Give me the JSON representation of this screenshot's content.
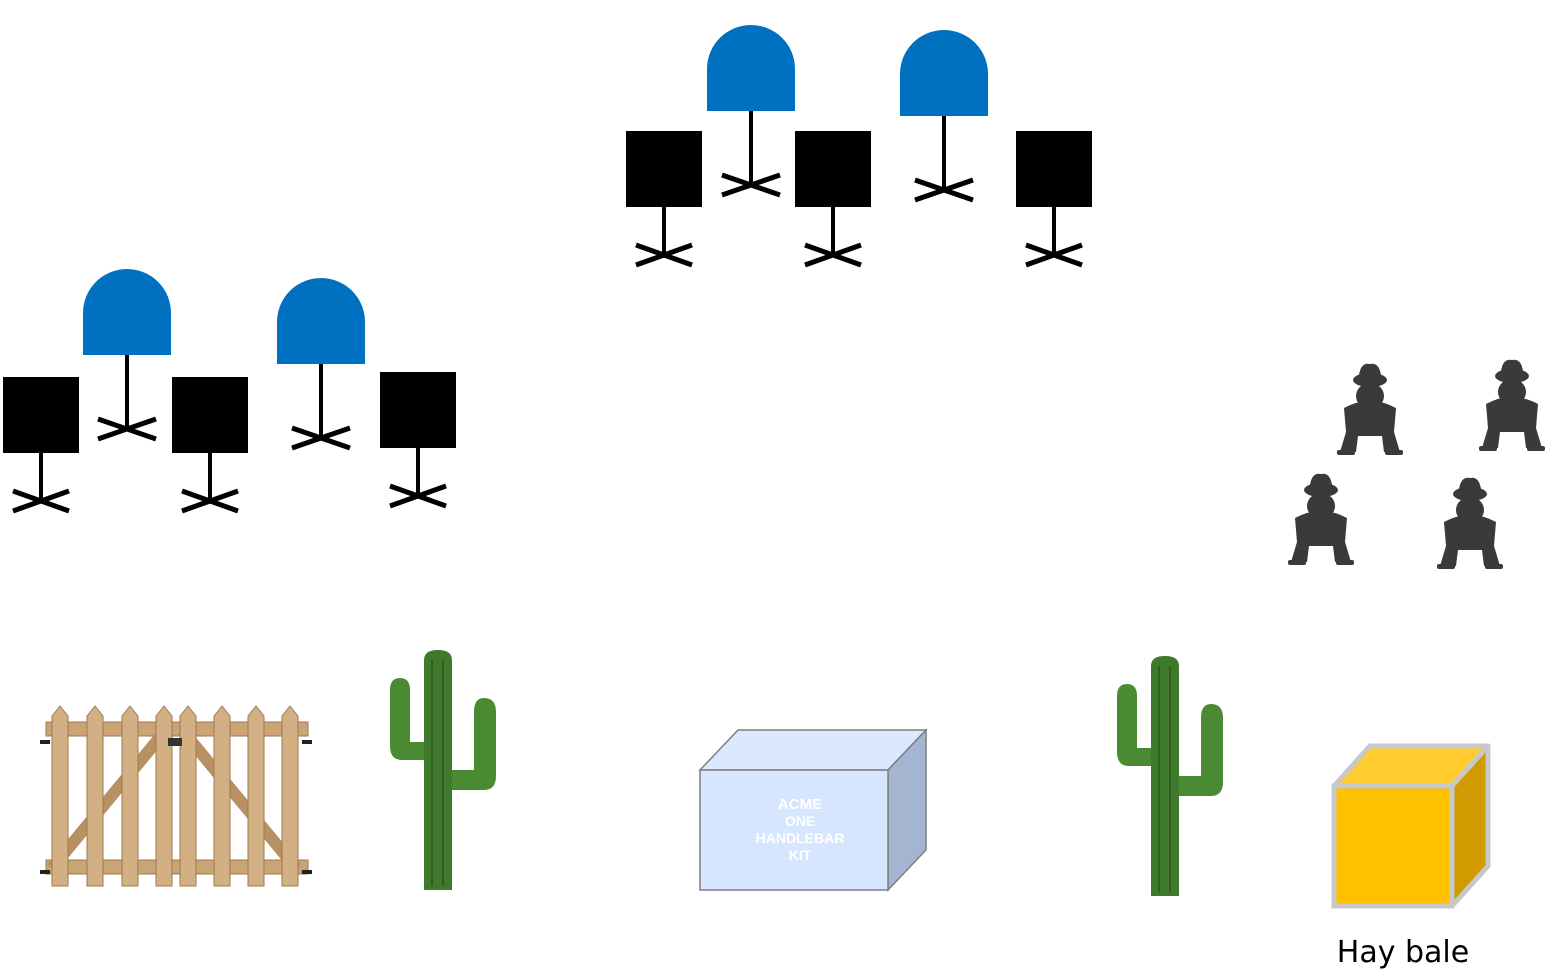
{
  "colors": {
    "background": "#ffffff",
    "helmet": "#0070c0",
    "music_stand": "#000000",
    "acme_box_front": "#d6e6ff",
    "acme_box_side": "#a3b5d1",
    "acme_box_top": "#dbe8ff",
    "hay_front": "#ffc000",
    "hay_side": "#d09a00",
    "hay_top": "#ffcb2e",
    "cactus": "#3f7a2c",
    "gate_wood": "#c9a477",
    "bandit": "#3a3a3a"
  },
  "icons": [
    "music-stand-icon",
    "helmet-icon",
    "bandit-icon",
    "gate-icon",
    "cactus-icon",
    "acme-box-icon",
    "hay-bale-icon"
  ],
  "acme_box": {
    "lines": [
      "ACME",
      "ONE",
      "HANDLEBAR",
      "KIT"
    ]
  },
  "hay_bale": {
    "caption": "Hay bale"
  }
}
